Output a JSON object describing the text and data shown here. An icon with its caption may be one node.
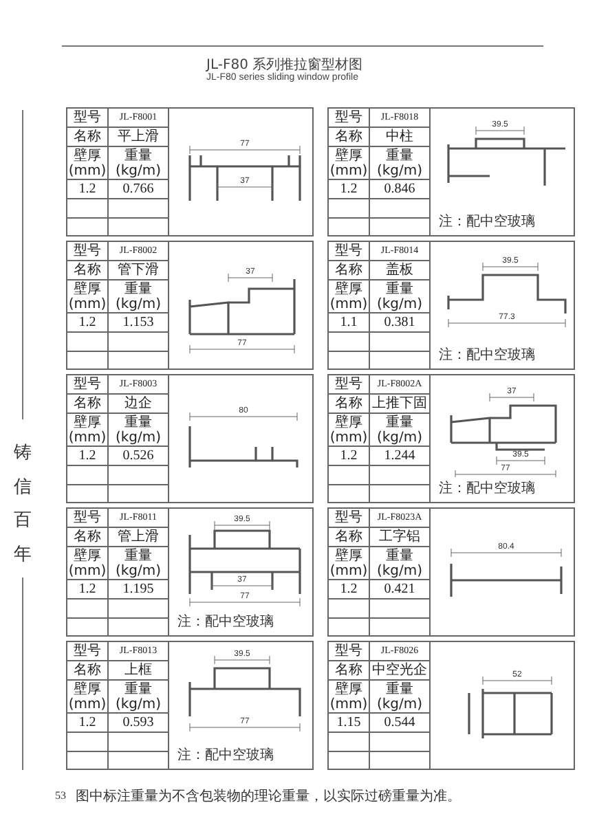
{
  "diagram": {
    "nodes": [
      {
        "text": [
          "型号",
          "JL-F8001",
          "名称",
          "平上滑",
          "壁厚 (mm)",
          "重量 (kg/m)",
          "1.2",
          "0.766"
        ]
      },
      {
        "text": [
          "型号",
          "JL-F8018",
          "名称",
          "中柱",
          "壁厚 (mm)",
          "重量 (kg/m)",
          "1.2",
          "0.846",
          "注：配中空玻璃"
        ]
      },
      {
        "text": [
          "型号",
          "JL-F8002",
          "名称",
          "管下滑",
          "壁厚 (mm)",
          "重量 (kg/m)",
          "1.2",
          "1.153"
        ]
      },
      {
        "text": [
          "型号",
          "JL-F8014",
          "名称",
          "盖板",
          "壁厚 (mm)",
          "重量 (kg/m)",
          "1.1",
          "0.381",
          "注：配中空玻璃"
        ]
      },
      {
        "text": [
          "型号",
          "JL-F8003",
          "名称",
          "边企",
          "壁厚 (mm)",
          "重量 (kg/m)",
          "1.2",
          "0.526"
        ]
      },
      {
        "text": [
          "型号",
          "JL-F8002A",
          "名称",
          "上推下固",
          "壁厚 (mm)",
          "重量 (kg/m)",
          "1.2",
          "1.244",
          "注：配中空玻璃"
        ]
      },
      {
        "text": [
          "型号",
          "JL-F8011",
          "名称",
          "管上滑",
          "壁厚 (mm)",
          "重量 (kg/m)",
          "1.2",
          "1.195",
          "注：配中空玻璃"
        ]
      },
      {
        "text": [
          "型号",
          "JL-F8023A",
          "名称",
          "工字铝",
          "壁厚 (mm)",
          "重量 (kg/m)",
          "1.2",
          "0.421"
        ]
      },
      {
        "text": [
          "型号",
          "JL-F8013",
          "名称",
          "上框",
          "壁厚 (mm)",
          "重量 (kg/m)",
          "1.2",
          "0.593",
          "注：配中空玻璃"
        ]
      },
      {
        "text": [
          "型号",
          "JL-F8026",
          "名称",
          "中空光企",
          "壁厚 (mm)",
          "重量 (kg/m)",
          "1.15",
          "0.544"
        ]
      },
      {
        "text": [
          "77",
          "37"
        ],
        "in": 0
      },
      {
        "text": [
          "39.5"
        ],
        "in": 1
      },
      {
        "text": [
          "37",
          "77"
        ],
        "in": 2
      },
      {
        "text": [
          "39.5",
          "77.3"
        ],
        "in": 3
      },
      {
        "text": [
          "80"
        ],
        "in": 4
      },
      {
        "text": [
          "37",
          "39.5",
          "77"
        ],
        "in": 5
      },
      {
        "text": [
          "39.5",
          "37",
          "77"
        ],
        "in": 6
      },
      {
        "text": [
          "80.4"
        ],
        "in": 7
      },
      {
        "text": [
          "39.5",
          "77"
        ],
        "in": 8
      },
      {
        "text": [
          "52"
        ],
        "in": 9
      }
    ],
    "labels": [
      "JL-F80 系列推拉窗型材图",
      "JL-F80 series sliding window profile",
      "铸信百年",
      "53",
      "图中标注重量为不含包装物的理论重量，以实际过磅重量为准。"
    ]
  }
}
